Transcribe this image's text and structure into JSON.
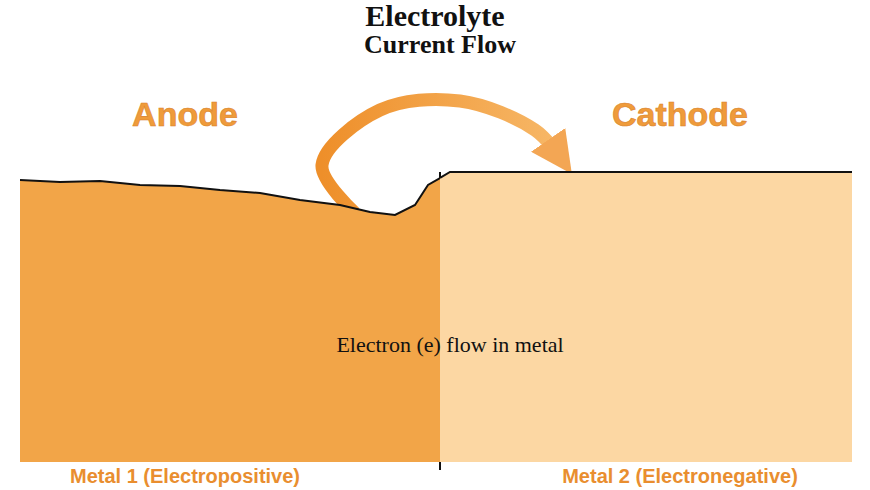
{
  "diagram": {
    "title": "Electrolyte",
    "nodes": [
      {
        "text": [
          "Anode",
          "Metal 1 (Electropositive)"
        ]
      },
      {
        "text": [
          "Cathode",
          "Metal 2 (Electronegative)"
        ]
      }
    ],
    "edges": [
      {
        "from": 0,
        "to": 1,
        "arrow": "to"
      }
    ],
    "labels": [
      "Current Flow",
      "Electron (e) flow in metal"
    ]
  }
}
